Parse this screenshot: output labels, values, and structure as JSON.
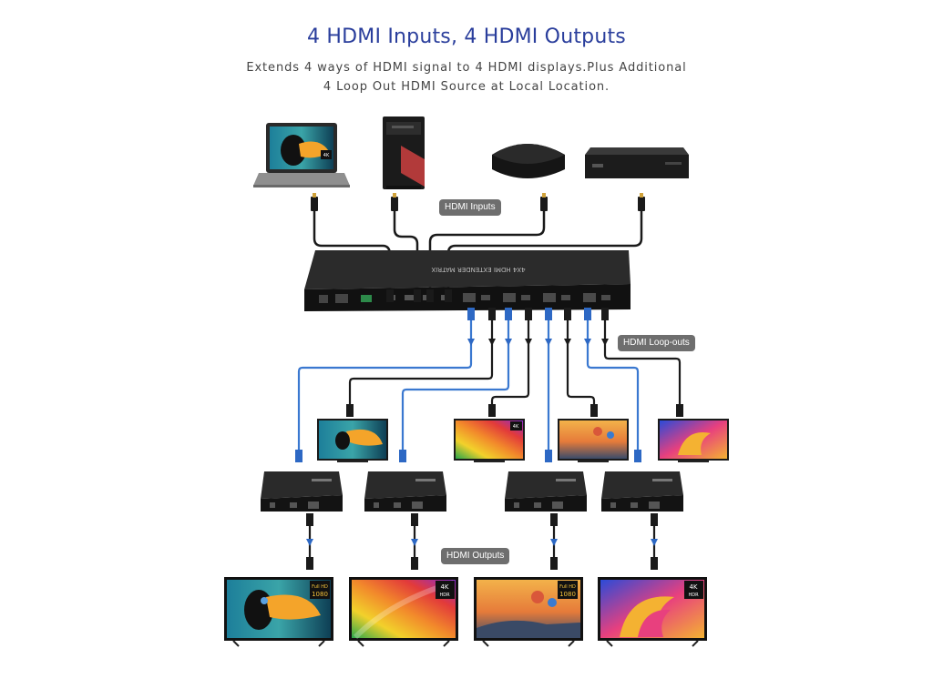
{
  "header": {
    "title": "4 HDMI Inputs, 4 HDMI Outputs",
    "subtitle_line1": "Extends 4 ways of HDMI signal to 4 HDMI displays.Plus Additional",
    "subtitle_line2": "4 Loop Out HDMI Source at Local Location."
  },
  "labels": {
    "inputs": "HDMI Inputs",
    "loopouts": "HDMI Loop-outs",
    "outputs": "HDMI Outputs"
  },
  "matrix": {
    "top_text": "4X4 HDMI EXTENDER MATRIX"
  },
  "badges": {
    "k4": "4K",
    "hdr": "HDR",
    "fullhd": "Full HD",
    "p1080": "1080"
  },
  "colors": {
    "title": "#2a3e9c",
    "cable_blue": "#3a78d0",
    "cable_black": "#1a1a1a",
    "device_dark": "#1e1e1e"
  }
}
